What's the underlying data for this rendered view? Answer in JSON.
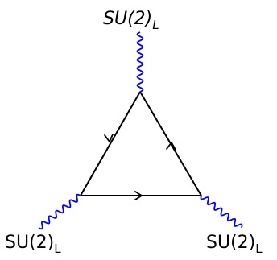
{
  "labels": {
    "top": {
      "main": "SU(2)",
      "sub": "L"
    },
    "bottom_left": {
      "main": "SU(2)",
      "sub": "L"
    },
    "bottom_right": {
      "main": "SU(2)",
      "sub": "L"
    }
  },
  "colors": {
    "gauge_boson": "#0000ff",
    "fermion_loop": "#000000",
    "background": "#ffffff"
  }
}
